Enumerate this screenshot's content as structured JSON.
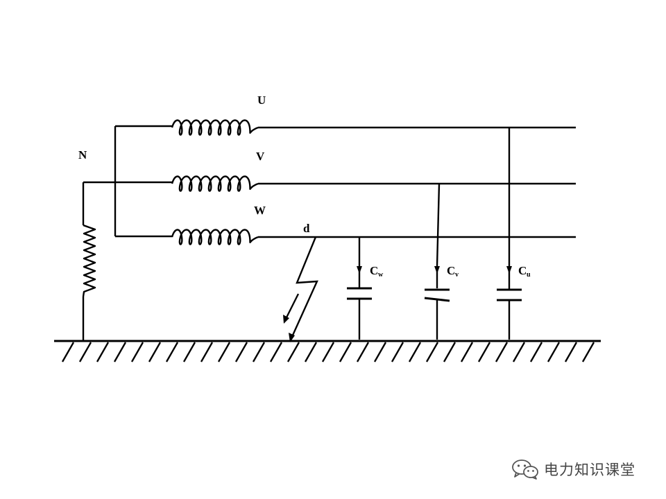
{
  "labels": {
    "phase_u": "U",
    "phase_v": "V",
    "phase_w": "W",
    "neutral": "N",
    "fault": "d",
    "cap_w": {
      "main": "C",
      "sub": "w"
    },
    "cap_v": {
      "main": "C",
      "sub": "v"
    },
    "cap_u": {
      "main": "C",
      "sub": "u"
    }
  },
  "watermark": {
    "text": "电力知识课堂",
    "icon": "wechat-icon"
  },
  "colors": {
    "line": "#000000",
    "background": "#ffffff",
    "watermark": "#444444"
  }
}
